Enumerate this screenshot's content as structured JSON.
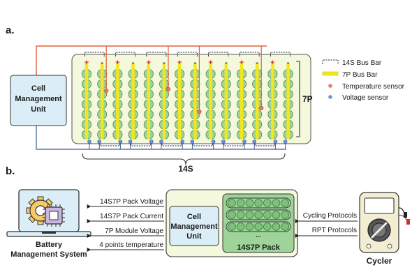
{
  "panel_a": {
    "label": "a.",
    "cmu_box": {
      "line1": "Cell",
      "line2": "Management",
      "line3": "Unit"
    },
    "polarity": [
      "+",
      "-",
      "+",
      "-",
      "+",
      "-",
      "+",
      "-",
      "+",
      "-",
      "+",
      "-",
      "+",
      "-"
    ],
    "parallel_label": "7P",
    "series_label": "14S",
    "legend": {
      "series_bus": "14S Bus Bar",
      "parallel_bus": "7P Bus Bar",
      "temperature": "Temperature sensor",
      "voltage": "Voltage sensor"
    }
  },
  "panel_b": {
    "label": "b.",
    "bms_label_line1": "Battery",
    "bms_label_line2": "Management System",
    "signals": [
      "14S7P Pack Voltage",
      "14S7P Pack Current",
      "7P Module Voltage",
      "4 points temperature"
    ],
    "cmu": {
      "line1": "Cell",
      "line2": "Management",
      "line3": "Unit"
    },
    "pack_label": "14S7P Pack",
    "pack_dots": "...",
    "protocols": [
      "Cycling Protocols",
      "RPT Protocols"
    ],
    "cycler_label": "Cycler"
  },
  "colors": {
    "cmu_fill": "#dbeef7",
    "pack_fill": "#f4f8dc",
    "cell_fill": "#9ed49a",
    "parallel_bus": "#f2e61c",
    "series_bus": "#e1603a",
    "temp_sensor": "#e97a62",
    "voltage_sensor": "#6e93d6",
    "voltage_wire": "#3d5d9c",
    "cycler_fill": "#f3eed3"
  }
}
